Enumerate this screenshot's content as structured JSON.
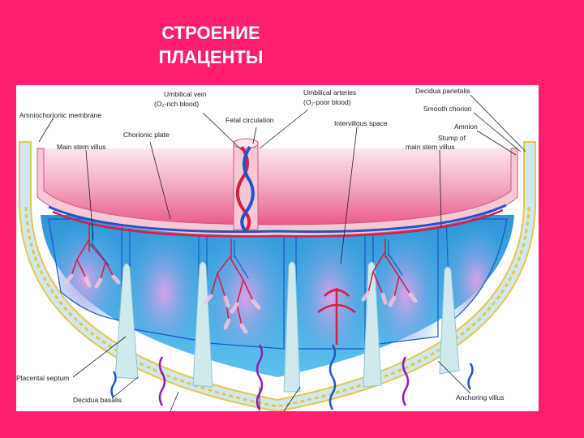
{
  "slide": {
    "title_line1": "СТРОЕНИЕ",
    "title_line2": "ПЛАЦЕНТЫ",
    "background_color": "#ff1f6e"
  },
  "diagram": {
    "labels": {
      "amniochorionic_membrane": "Amniochorionic membrane",
      "main_stem_villus": "Main stem villus",
      "chorionic_plate": "Chorionic plate",
      "umbilical_vein": "Umbilical vein",
      "umbilical_vein_note": "(O₂-rich blood)",
      "fetal_circulation": "Fetal circulation",
      "umbilical_arteries": "Umbilical arteries",
      "umbilical_arteries_note": "(O₂-poor blood)",
      "intervillous_space": "Intervillous space",
      "decidua_parietalis": "Decidua parietalis",
      "smooth_chorion": "Smooth chorion",
      "amnion": "Amnion",
      "stump_line1": "Stump of",
      "stump_line2": "main stem villus",
      "placental_septum": "Placental septum",
      "decidua_basalis": "Decidua basalis",
      "anchoring_villus": "Anchoring villus"
    },
    "colors": {
      "amniotic_cavity": "#f2a5bf",
      "chorionic_plate": "#f7c7d4",
      "intervillous_blood": "#3fa9e3",
      "decidua": "#cfe9ee",
      "artery_blue": "#1f55c8",
      "artery_red": "#d2204a",
      "villus_tree": "#e8a0c8"
    }
  }
}
